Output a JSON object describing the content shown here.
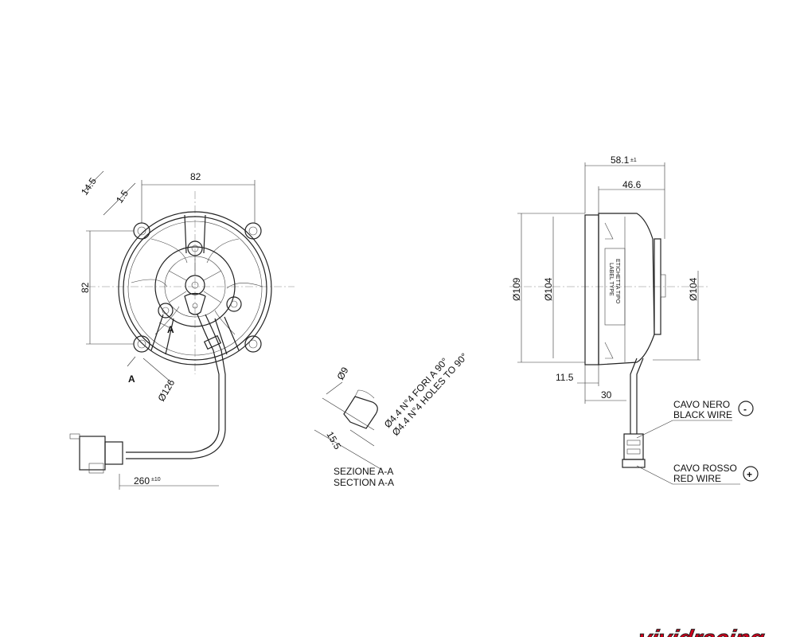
{
  "front_view": {
    "dim_width": "82",
    "dim_height": "82",
    "dim_flange": "14.5",
    "dim_offset": "1.5",
    "dim_diameter": "Ø126",
    "section_marker": "A",
    "section_marker_2": "A",
    "dim_cable_length": "260",
    "dim_cable_tolerance": "±10"
  },
  "section_view": {
    "dim_diameter": "Ø9",
    "dim_depth": "15.5",
    "holes_it": "Ø4.4 N°4 FORI A 90°",
    "holes_en": "Ø4.4 N°4 HOLES TO 90°",
    "title_it": "SEZIONE A-A",
    "title_en": "SECTION A-A"
  },
  "side_view": {
    "dim_total_depth": "58.1",
    "dim_total_tolerance": "±1",
    "dim_body_depth": "46.6",
    "dim_outer_diameter": "Ø109",
    "dim_inner_diameter": "Ø104",
    "dim_motor_diameter": "Ø104",
    "dim_flange_depth": "11.5",
    "dim_cable_offset": "30",
    "label_it": "ETICHETTA TIPO",
    "label_en": "LABEL TYPE"
  },
  "wires": {
    "black_it": "CAVO NERO",
    "black_en": "BLACK WIRE",
    "black_polarity": "-",
    "red_it": "CAVO ROSSO",
    "red_en": "RED WIRE",
    "red_polarity": "+"
  },
  "watermark": {
    "brand": "vividracing",
    "brand_colors": [
      "#d0021b",
      "#222222"
    ]
  }
}
